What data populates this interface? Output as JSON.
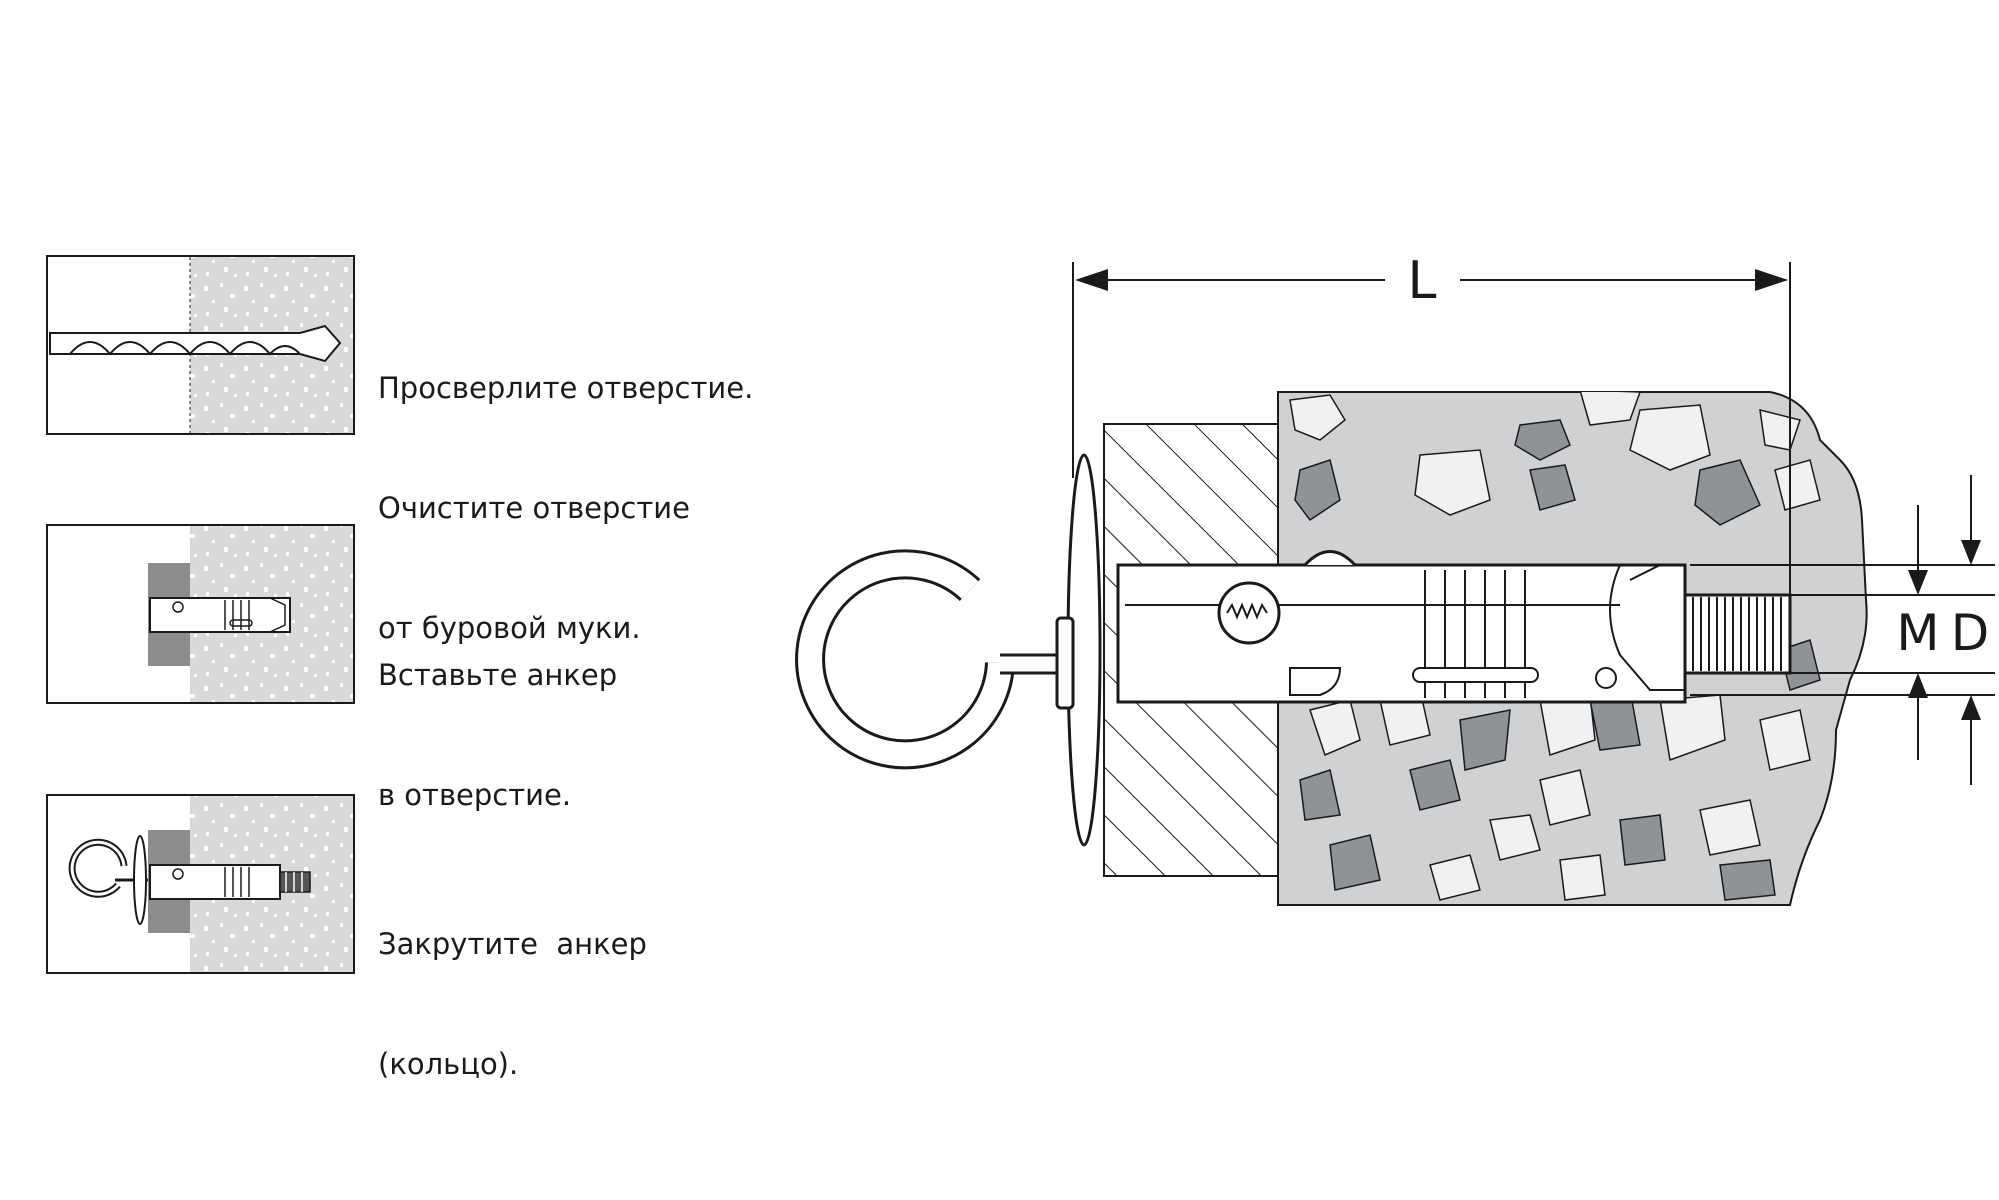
{
  "steps": [
    {
      "line1": "Просверлите отверстие.",
      "line2": "Очистите отверстие",
      "line3": "от буровой муки."
    },
    {
      "line1": "Вставьте анкер",
      "line2": "в отверстие."
    },
    {
      "line1": "Закрутите  анкер",
      "line2": "(кольцо)."
    }
  ],
  "dimensions": {
    "length": "L",
    "bolt_diameter": "M",
    "hole_diameter": "D"
  },
  "colors": {
    "line": "#1a1a1a",
    "concrete": "#cfd1d3",
    "aggregate_light": "#f0f1f2",
    "aggregate_dark": "#8f9397",
    "panel_concrete": "#d8d9db",
    "wall_fixture": "#8c8c8c"
  }
}
